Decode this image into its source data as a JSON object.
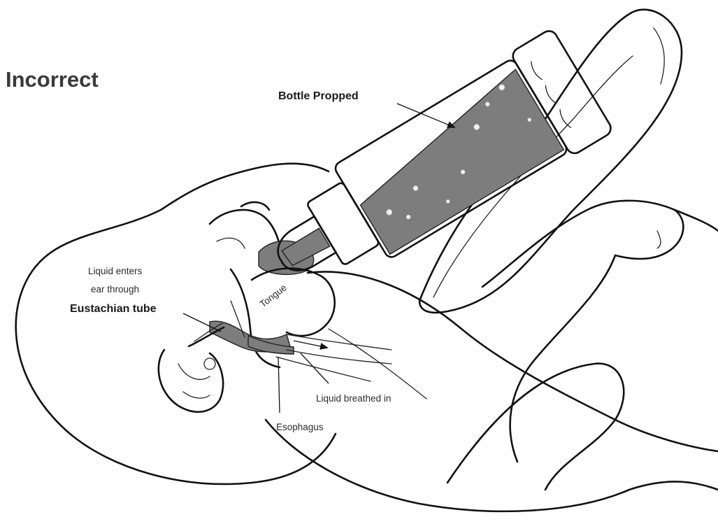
{
  "title": "Incorrect",
  "labels": {
    "bottle": "Bottle Propped",
    "liquid_enters_line1": "Liquid enters",
    "liquid_enters_line2": "ear through",
    "eustachian": "Eustachian tube",
    "tongue": "Tongue",
    "breathed": "Liquid breathed in",
    "esophagus": "Esophagus"
  },
  "colors": {
    "ink": "#111111",
    "liquid": "#7d7d7d",
    "background": "#ffffff"
  }
}
